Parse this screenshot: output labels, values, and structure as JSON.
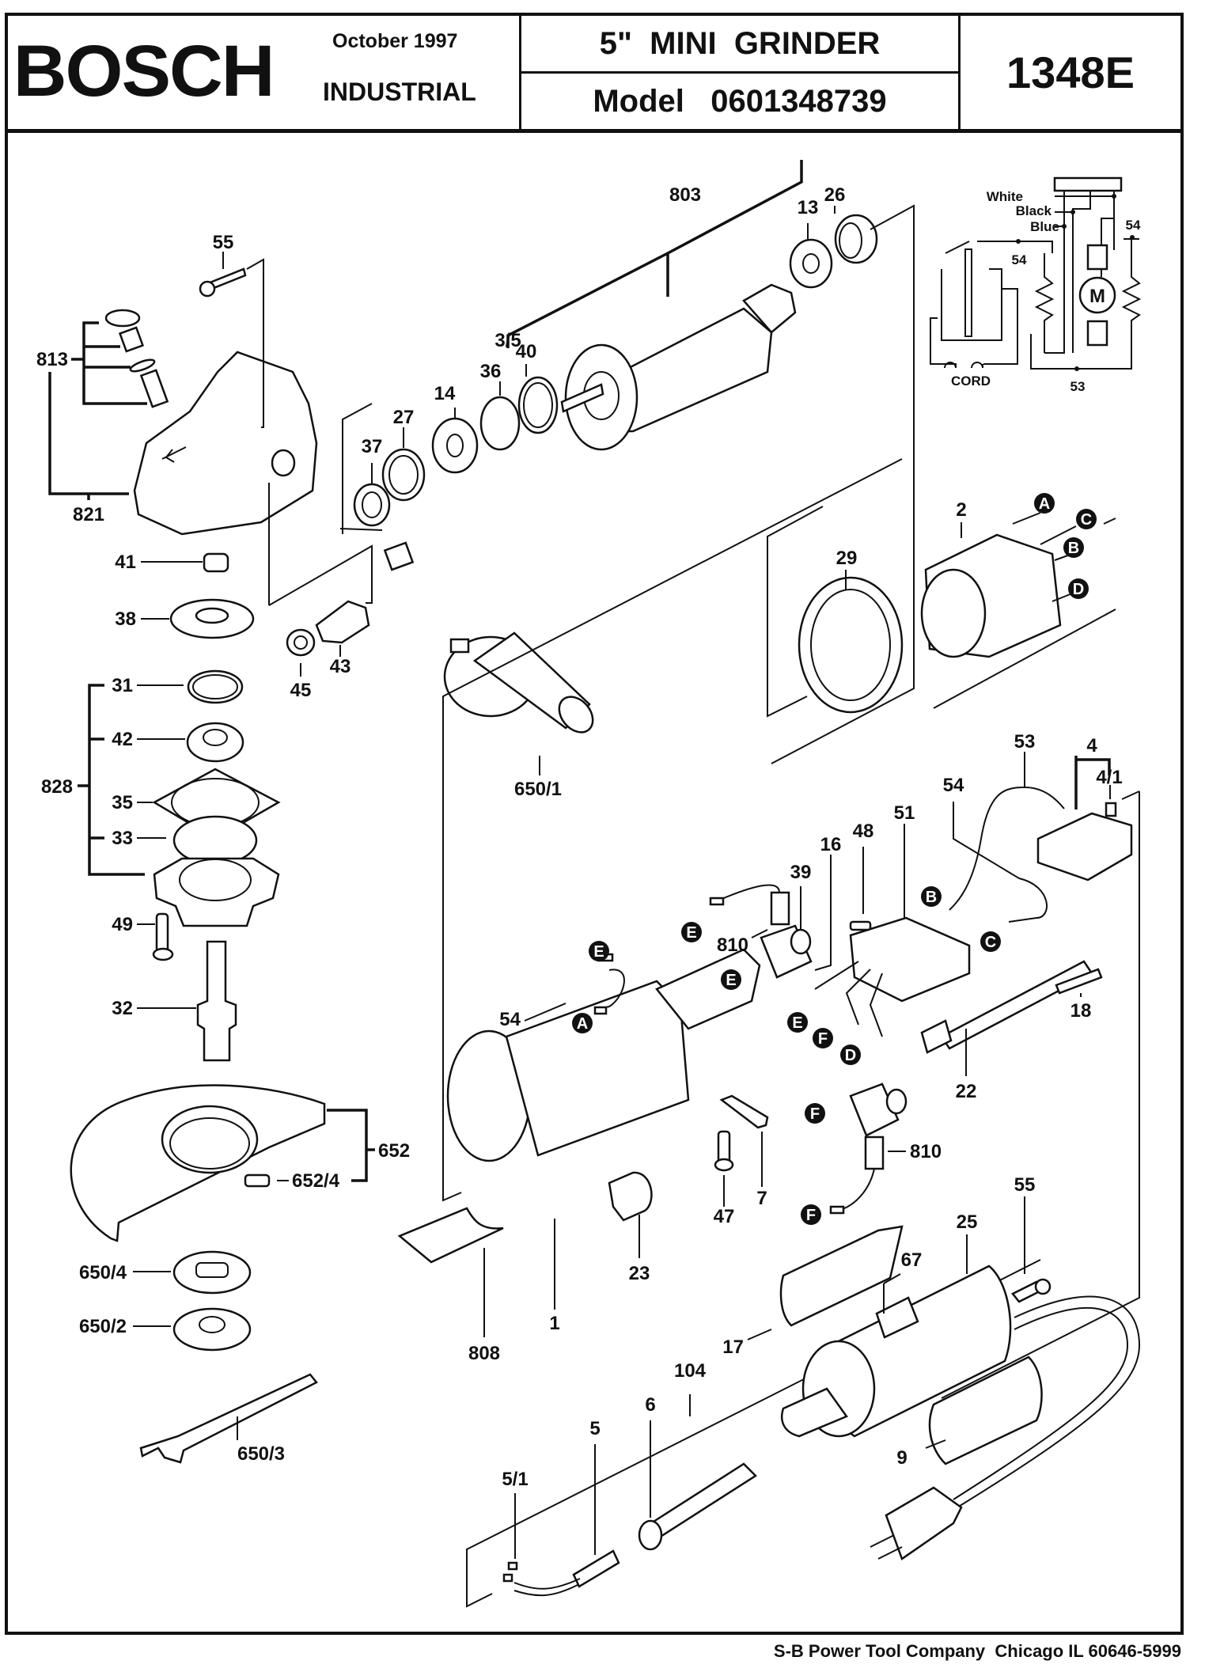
{
  "header": {
    "brand": "BOSCH",
    "date": "October 1997",
    "division": "INDUSTRIAL",
    "product_title": "5\"  MINI  GRINDER",
    "model_line": "Model   0601348739",
    "model_code": "1348E"
  },
  "footer": {
    "company": "S-B Power Tool Company  Chicago IL 60646-5999"
  },
  "wiring_diagram": {
    "wire_labels": [
      "White",
      "Black",
      "Blue"
    ],
    "callouts": [
      "54",
      "54",
      "53"
    ],
    "motor_symbol": "M",
    "cord_label": "CORD"
  },
  "parts": {
    "gear_housing_group": [
      "55",
      "813",
      "821",
      "41",
      "38",
      "45",
      "43",
      "37",
      "27",
      "14",
      "36",
      "40"
    ],
    "armature_group": [
      "803",
      "3/5",
      "13",
      "26"
    ],
    "field_group": [
      "2",
      "29"
    ],
    "spindle_group": [
      "31",
      "42",
      "828",
      "35",
      "33",
      "49",
      "32"
    ],
    "accessories": [
      "652",
      "652/4",
      "650/4",
      "650/2",
      "650/3",
      "650/1"
    ],
    "housing_group": [
      "1",
      "808",
      "23",
      "47",
      "7",
      "54"
    ],
    "switch_group": [
      "4",
      "4/1",
      "53",
      "54",
      "51",
      "48",
      "16",
      "39",
      "810",
      "22",
      "18",
      "810"
    ],
    "handle_group": [
      "25",
      "67",
      "17",
      "55",
      "104",
      "6",
      "5",
      "5/1",
      "9"
    ]
  },
  "connectors": [
    "A",
    "B",
    "C",
    "D",
    "E",
    "F"
  ],
  "labels": {
    "l55a": "55",
    "l813": "813",
    "l821": "821",
    "l41": "41",
    "l38": "38",
    "l45": "45",
    "l43": "43",
    "l37": "37",
    "l27": "27",
    "l14": "14",
    "l36": "36",
    "l40": "40",
    "l803": "803",
    "l35a": "3/5",
    "l13": "13",
    "l26": "26",
    "l2": "2",
    "l29": "29",
    "l31": "31",
    "l42": "42",
    "l828": "828",
    "l35": "35",
    "l33": "33",
    "l49": "49",
    "l32": "32",
    "l6501": "650/1",
    "l652": "652",
    "l6524": "652/4",
    "l6504": "650/4",
    "l6502": "650/2",
    "l6503": "650/3",
    "l4": "4",
    "l41b": "4/1",
    "l53": "53",
    "l54a": "54",
    "l51": "51",
    "l48": "48",
    "l16": "16",
    "l39": "39",
    "l810a": "810",
    "l54b": "54",
    "l22": "22",
    "l18": "18",
    "l810b": "810",
    "l7": "7",
    "l47": "47",
    "l23": "23",
    "l1": "1",
    "l808": "808",
    "l55b": "55",
    "l25": "25",
    "l67": "67",
    "l17": "17",
    "l104": "104",
    "l6": "6",
    "l5": "5",
    "l51b": "5/1",
    "l9": "9",
    "w54a": "54",
    "w54b": "54",
    "w53": "53",
    "wWhite": "White",
    "wBlack": "Black",
    "wBlue": "Blue",
    "wM": "M",
    "wCord": "CORD"
  }
}
